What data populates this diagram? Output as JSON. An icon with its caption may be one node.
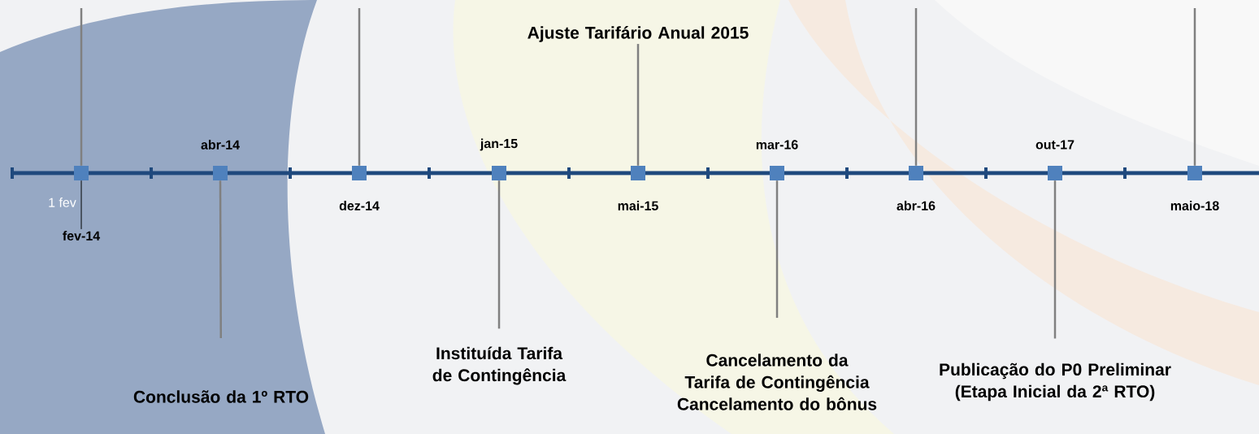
{
  "diagram": {
    "nodes": [
      {
        "text": [],
        "shape": "box"
      },
      {
        "text": [
          "fev-14"
        ]
      },
      {
        "text": [],
        "shape": "box",
        "beside": [
          "abr-14"
        ]
      },
      {
        "text": [],
        "shape": "box",
        "beside": [
          "dez-14"
        ]
      },
      {
        "text": [],
        "shape": "box",
        "beside": [
          "jan-15"
        ]
      },
      {
        "text": [],
        "shape": "box",
        "beside": [
          "mai-15"
        ]
      },
      {
        "text": [],
        "shape": "box",
        "beside": [
          "mar-16"
        ]
      },
      {
        "text": [],
        "shape": "box",
        "beside": [
          "abr-16"
        ]
      },
      {
        "text": [],
        "shape": "box",
        "beside": [
          "out-17"
        ]
      },
      {
        "text": [],
        "shape": "box",
        "beside": [
          "maio-18"
        ]
      },
      {
        "text": [
          "Ajuste Tarifário Anual 2015"
        ]
      },
      {
        "text": [
          "Conclusão da 1º RTO"
        ]
      },
      {
        "text": [
          "Instituída Tarifa de Contingência"
        ]
      },
      {
        "text": [
          "Cancelamento da Tarifa de Contingência",
          "Cancelamento do bônus"
        ]
      },
      {
        "text": [
          "Publicação do P0 Preliminar (Etapa Inicial da 2ª RTO)"
        ]
      }
    ],
    "edges": [
      {
        "from": 1,
        "to": 0,
        "arrow": "none",
        "color": "#000000"
      },
      {
        "from": 0,
        "to": null,
        "arrow": "none"
      },
      {
        "from": 2,
        "to": 11,
        "arrow": "none"
      },
      {
        "from": 3,
        "to": null,
        "arrow": "none"
      },
      {
        "from": 4,
        "to": 12,
        "arrow": "none"
      },
      {
        "from": 5,
        "to": 10,
        "arrow": "none"
      },
      {
        "from": 6,
        "to": 13,
        "arrow": "none"
      },
      {
        "from": 7,
        "to": null,
        "arrow": "none"
      },
      {
        "from": 8,
        "to": 14,
        "arrow": "none"
      },
      {
        "from": 9,
        "to": null,
        "arrow": "none"
      }
    ],
    "labels": [
      "1 fev"
    ]
  }
}
